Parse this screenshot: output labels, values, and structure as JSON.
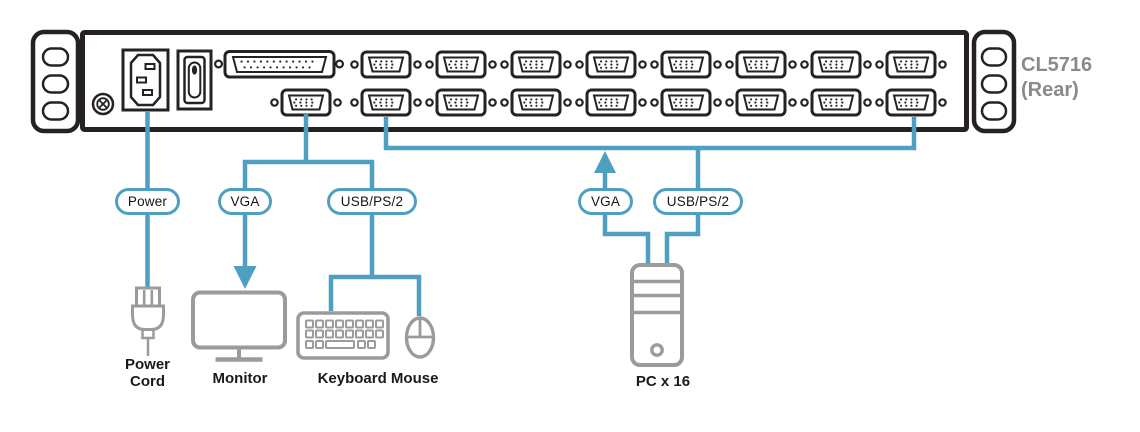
{
  "title": {
    "model": "CL5716",
    "view_label": "(Rear)"
  },
  "cable_tags": {
    "power": "Power",
    "console_vga": "VGA",
    "console_usb_ps2": "USB/PS/2",
    "pc_vga": "VGA",
    "pc_usb_ps2": "USB/PS/2"
  },
  "devices": {
    "power_cord_line1": "Power",
    "power_cord_line2": "Cord",
    "monitor": "Monitor",
    "keyboard_mouse": "Keyboard Mouse",
    "pc": "PC x 16"
  },
  "ports": {
    "kvm_vga_total": 16,
    "rows": 2,
    "per_row": 8
  },
  "colors": {
    "cable_blue": "#4f9fc2",
    "outline_dark": "#262223",
    "device_gray": "#9b9b9b",
    "model_text_gray": "#8a8a8a"
  }
}
